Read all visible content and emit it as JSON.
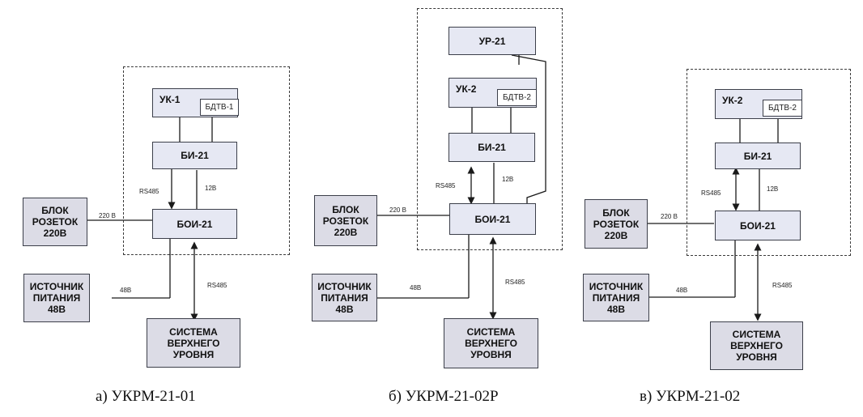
{
  "diagrams": [
    {
      "caption": "а) УКРМ-21-01",
      "uk": "УК-1",
      "bdtv": "БДТВ-1",
      "bi": "БИ-21",
      "boi": "БОИ-21",
      "rozetok": "БЛОК\nРОЗЕТОК\n220В",
      "istochnik": "ИСТОЧНИК\nПИТАНИЯ\n48В",
      "sistema": "СИСТЕМА\nВЕРХНЕГО\nУРОВНЯ",
      "lbl_rs485_left": "RS485",
      "lbl_12v": "12В",
      "lbl_220v": "220 В",
      "lbl_48v": "48В",
      "lbl_rs485_right": "RS485"
    },
    {
      "caption": "б) УКРМ-21-02Р",
      "ur": "УР-21",
      "uk": "УК-2",
      "bdtv": "БДТВ-2",
      "bi": "БИ-21",
      "boi": "БОИ-21",
      "rozetok": "БЛОК\nРОЗЕТОК\n220В",
      "istochnik": "ИСТОЧНИК\nПИТАНИЯ\n48В",
      "sistema": "СИСТЕМА\nВЕРХНЕГО\nУРОВНЯ",
      "lbl_rs485_left": "RS485",
      "lbl_12v": "12В",
      "lbl_220v": "220 В",
      "lbl_48v": "48В",
      "lbl_rs485_right": "RS485"
    },
    {
      "caption": "в) УКРМ-21-02",
      "uk": "УК-2",
      "bdtv": "БДТВ-2",
      "bi": "БИ-21",
      "boi": "БОИ-21",
      "rozetok": "БЛОК\nРОЗЕТОК\n220В",
      "istochnik": "ИСТОЧНИК\nПИТАНИЯ\n48В",
      "sistema": "СИСТЕМА\nВЕРХНЕГО\nУРОВНЯ",
      "lbl_rs485_left": "RS485",
      "lbl_12v": "12В",
      "lbl_220v": "220 В",
      "lbl_48v": "48В",
      "lbl_rs485_right": "RS485"
    }
  ]
}
